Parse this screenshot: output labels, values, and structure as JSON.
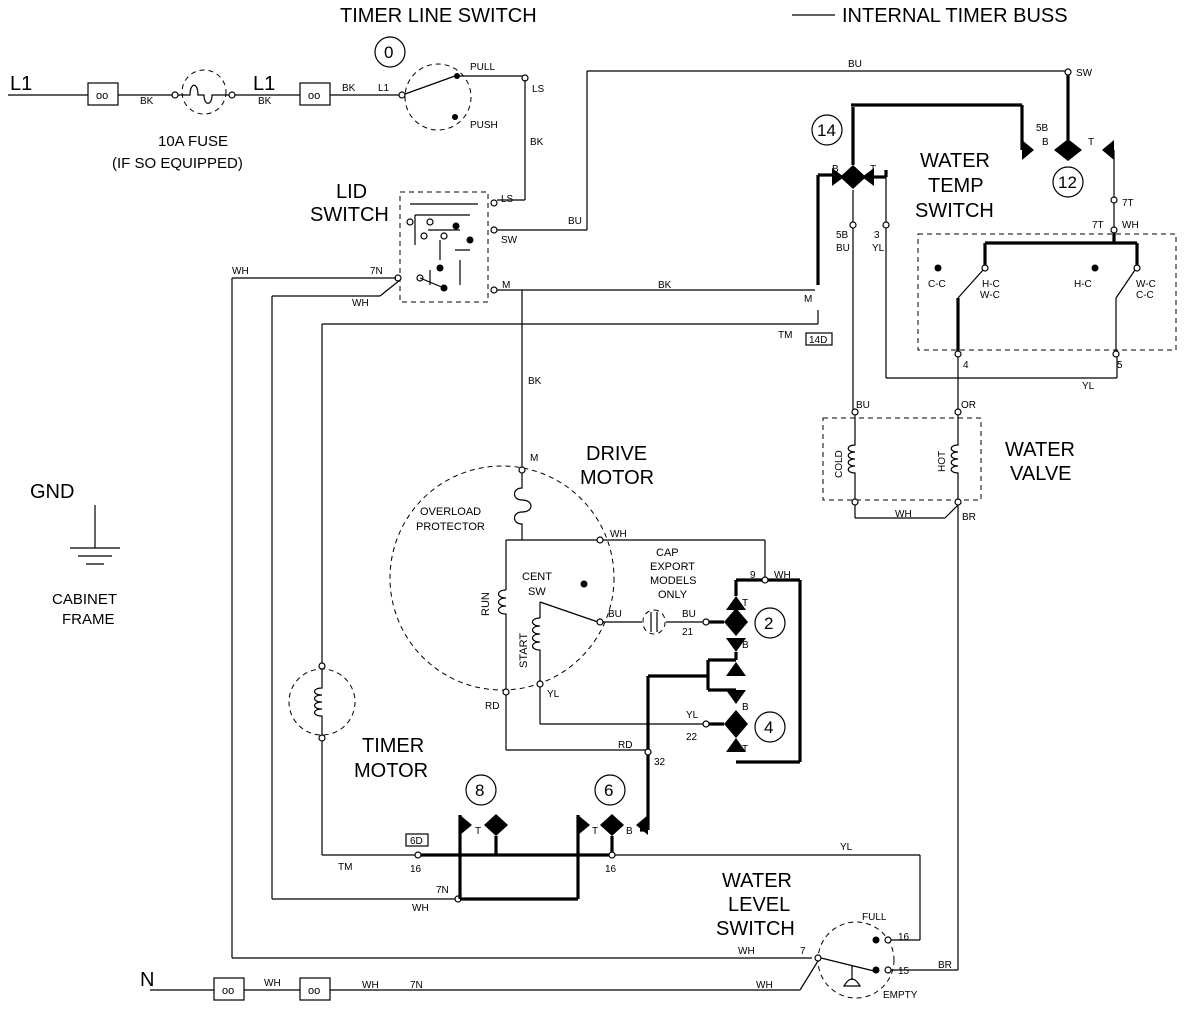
{
  "legend": {
    "label": "INTERNAL  TIMER  BUSS"
  },
  "titles": {
    "timer_line_switch": "TIMER LINE SWITCH",
    "fuse": "10A FUSE",
    "fuse_note": "(IF SO EQUIPPED)",
    "lid_switch_1": "LID",
    "lid_switch_2": "SWITCH",
    "water_temp_1": "WATER",
    "water_temp_2": "TEMP",
    "water_temp_3": "SWITCH",
    "water_valve_1": "WATER",
    "water_valve_2": "VALVE",
    "drive_motor_1": "DRIVE",
    "drive_motor_2": "MOTOR",
    "timer_motor_1": "TIMER",
    "timer_motor_2": "MOTOR",
    "water_level_1": "WATER",
    "water_level_2": "LEVEL",
    "water_level_3": "SWITCH",
    "gnd": "GND",
    "cabinet_1": "CABINET",
    "cabinet_2": "FRAME",
    "l1_a": "L1",
    "l1_b": "L1",
    "neutral": "N",
    "overload_1": "OVERLOAD",
    "overload_2": "PROTECTOR",
    "cap_1": "CAP",
    "cap_2": "EXPORT",
    "cap_3": "MODELS",
    "cap_4": "ONLY",
    "cent_1": "CENT",
    "cent_2": "SW",
    "run": "RUN",
    "start": "START",
    "cold": "COLD",
    "hot": "HOT",
    "pull": "PULL",
    "push": "PUSH",
    "full": "FULL",
    "empty": "EMPTY"
  },
  "cams": {
    "c0": "0",
    "c14": "14",
    "c12": "12",
    "c2": "2",
    "c4": "4",
    "c8": "8",
    "c6": "6"
  },
  "wires": {
    "bk1": "BK",
    "bk2": "BK",
    "bk3": "BK",
    "bk_ls": "BK",
    "bk_m": "BK",
    "bk_motor": "BK",
    "bu_top": "BU",
    "bu_sw": "BU",
    "bu_5b": "BU",
    "bu_valve": "BU",
    "bu_cent": "BU",
    "bu_21": "BU",
    "wh_7n": "WH",
    "wh_lid": "WH",
    "wh_ol": "WH",
    "wh_9": "WH",
    "wh_valve": "WH",
    "wh_7t": "WH",
    "wh_timer": "WH",
    "wh_n1": "WH",
    "wh_n2": "WH",
    "wh_n3": "WH",
    "wh_7": "WH",
    "yl_3": "YL",
    "yl_tmp": "YL",
    "yl_start": "YL",
    "yl_22": "YL",
    "yl_16": "YL",
    "rd_1": "RD",
    "rd_32": "RD",
    "or": "OR",
    "br_valve": "BR",
    "br_15": "BR"
  },
  "terminals": {
    "l1": "L1",
    "ls_top": "LS",
    "ls_lid": "LS",
    "sw_lid": "SW",
    "m_lid": "M",
    "sevenN": "7N",
    "sw_top": "SW",
    "m_14": "M",
    "tm_14": "TM",
    "tag_14d": "14D",
    "b14": "B",
    "t14": "T",
    "fiveB": "5B",
    "three": "3",
    "fiveB12": "5B",
    "b12": "B",
    "t12": "T",
    "sevenT": "7T",
    "sevenT2": "7T",
    "cc": "C-C",
    "hc1": "H-C",
    "wc1": "W-C",
    "hc2": "H-C",
    "wc2": "W-C",
    "cc2": "C-C",
    "four": "4",
    "five": "5",
    "m_motor": "M",
    "nine": "9",
    "t2": "T",
    "b2": "B",
    "twentyone": "21",
    "b4": "B",
    "t4": "T",
    "twentytwo": "22",
    "thirtytwo": "32",
    "tm_timer": "TM",
    "sixteen_a": "16",
    "sixteen_b": "16",
    "tag_6d": "6D",
    "sevenN_b": "7N",
    "seven": "7",
    "sixteen_c": "16",
    "fifteen": "15",
    "t8": "T",
    "t6": "T",
    "b6": "B",
    "sevenN_c": "7N"
  }
}
